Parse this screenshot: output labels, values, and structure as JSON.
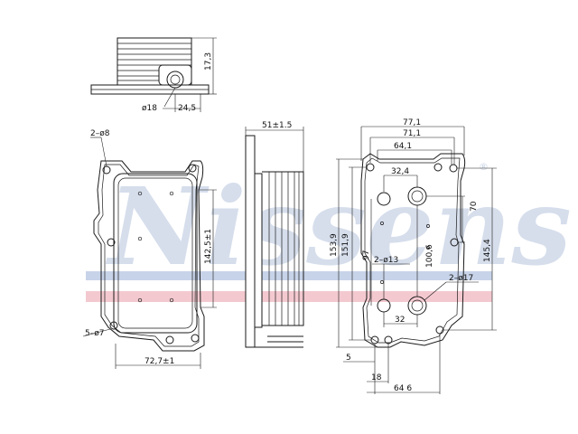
{
  "watermark": {
    "text": "Nissens",
    "registered": "®",
    "bar_blue": "#c7d3e8",
    "bar_pink": "#f3c9cf"
  },
  "top_view": {
    "height_dim": "17,3",
    "port_diameter": "ø18",
    "port_offset": "24,5"
  },
  "front_view": {
    "holes_top": "2–ø8",
    "holes_bottom": "5–ø7",
    "width": "72,7±1",
    "height": "142,5±1"
  },
  "side_view": {
    "thickness": "51±1.5"
  },
  "rear_view": {
    "w_outer": "77,1",
    "w_mid": "71,1",
    "w_inner": "64,1",
    "port_spacing_top": "32,4",
    "port_spacing_bottom": "32",
    "dim_70": "70",
    "dim_97": "97",
    "dim_100_6": "100,6",
    "dim_151_9": "151,9",
    "dim_153_9": "153,9",
    "dim_145_4": "145,4",
    "small_ports": "2–ø13",
    "large_ports": "2–ø17",
    "dim_5": "5",
    "dim_18": "18",
    "dim_64_6": "64 6"
  }
}
